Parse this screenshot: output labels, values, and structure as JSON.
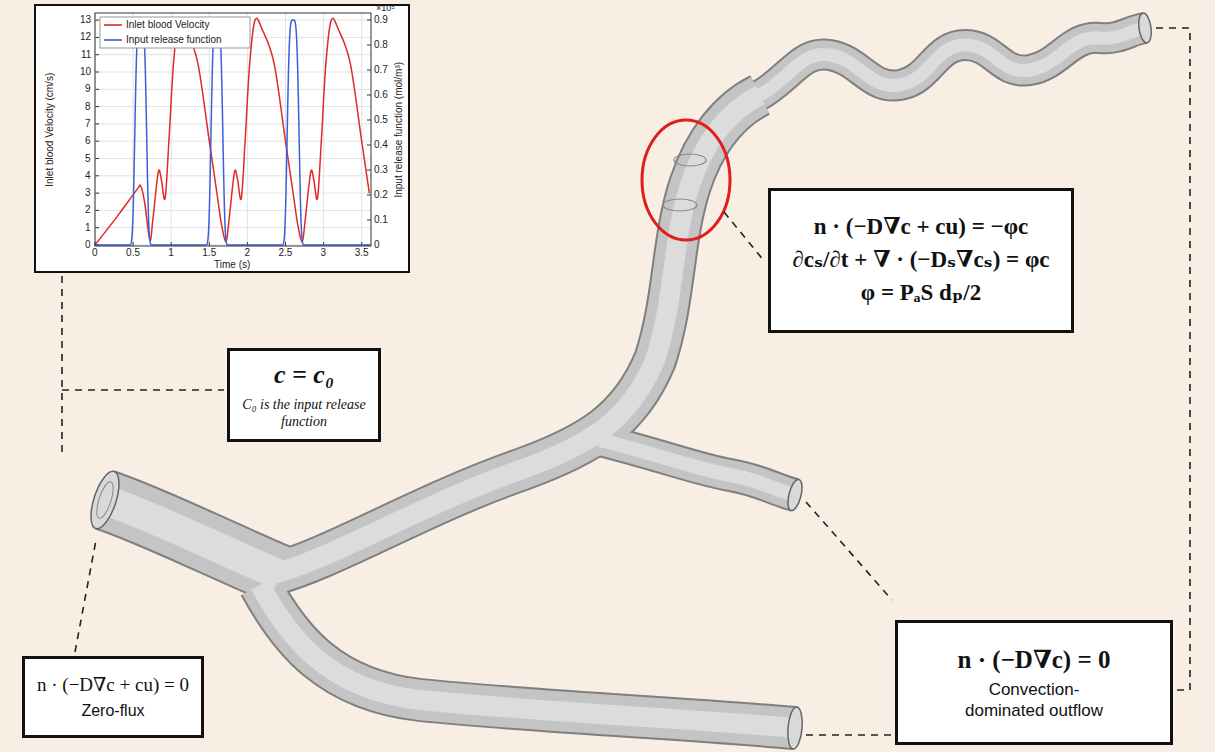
{
  "diagram": {
    "nodes": [
      {
        "text": [
          "c = c₀",
          "C₀ is the input release function"
        ]
      },
      {
        "text": [
          "n · (−D∇c + cu) = −φc",
          "∂cₛ/∂t + ∇ · (−Dₛ∇cₛ) = φc",
          "φ = PₐS dₚ/2"
        ]
      },
      {
        "text": [
          "n · (−D∇c + cu) = 0",
          "Zero-flux"
        ]
      },
      {
        "text": [
          "n · (−D∇c) = 0",
          "Convection-dominated outflow"
        ]
      }
    ],
    "labels": [
      "0",
      "1",
      "2",
      "3",
      "4",
      "5",
      "6",
      "7",
      "8",
      "9",
      "10",
      "11",
      "12",
      "13",
      "0",
      "0.1",
      "0.2",
      "0.3",
      "0.4",
      "0.5",
      "0.6",
      "0.7",
      "0.8",
      "0.9",
      "0",
      "0.5",
      "1",
      "1.5",
      "2",
      "2.5",
      "3",
      "3.5",
      "×10⁵",
      "Inlet blood Velocity (cm/s)",
      "Input release function (mol/m³)",
      "Time (s)"
    ],
    "legend": [
      {
        "text": "Inlet blood Velocity"
      },
      {
        "text": "Input release function"
      }
    ]
  }
}
